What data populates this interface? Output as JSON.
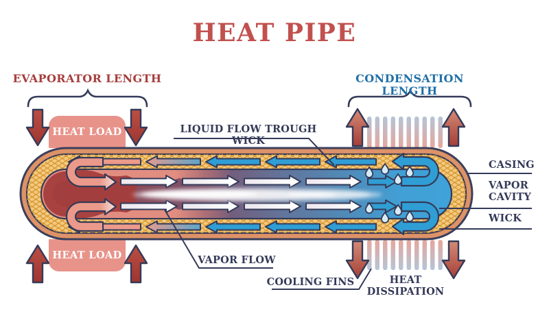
{
  "title": "HEAT PIPE",
  "sections": {
    "evaporator": {
      "label": "EVAPORATOR LENGTH"
    },
    "condensation": {
      "label": "CONDENSATION LENGTH"
    }
  },
  "heat_load": {
    "top": "HEAT LOAD",
    "bottom": "HEAT LOAD"
  },
  "callouts": {
    "liquid_flow": "LIQUID FLOW TROUGH WICK",
    "vapor_flow": "VAPOR FLOW",
    "cooling_fins": "COOLING FINS",
    "heat_dissipation": "HEAT DISSIPATION",
    "casing": "CASING",
    "vapor_cavity": "VAPOR CAVITY",
    "wick": "WICK"
  },
  "icons": {
    "heat_arrows": "red-block-arrow-icon",
    "flow_arrows": "block-flow-arrow-icon",
    "u_turn_arrows": "u-turn-arrow-icon",
    "droplets": "condensate-droplet-icon",
    "braces": "curly-brace-icon",
    "fins": "cooling-fin-bar-icon"
  },
  "colors": {
    "title_red": "#c1504e",
    "section_red": "#a63d3c",
    "section_blue": "#1f6fa8",
    "label_navy": "#343a58",
    "heat_load_pink": "#e8938a",
    "heat_arrow_red": "#b2443e",
    "casing_copper": "#dd9267",
    "wick_tan": "#f3c97d",
    "wick_wave_orange": "#d6952f",
    "hot_core_red": "#a33e3d",
    "cold_cavity_blue": "#3fa2d8",
    "liquid_arrow_blue": "#2f9ed4",
    "liquid_arrow_salmon": "#ec9a8b",
    "fin_blue": "#b4c5d9",
    "fin_pink": "#e7a69b",
    "droplet_blue": "#d7ebf7"
  }
}
